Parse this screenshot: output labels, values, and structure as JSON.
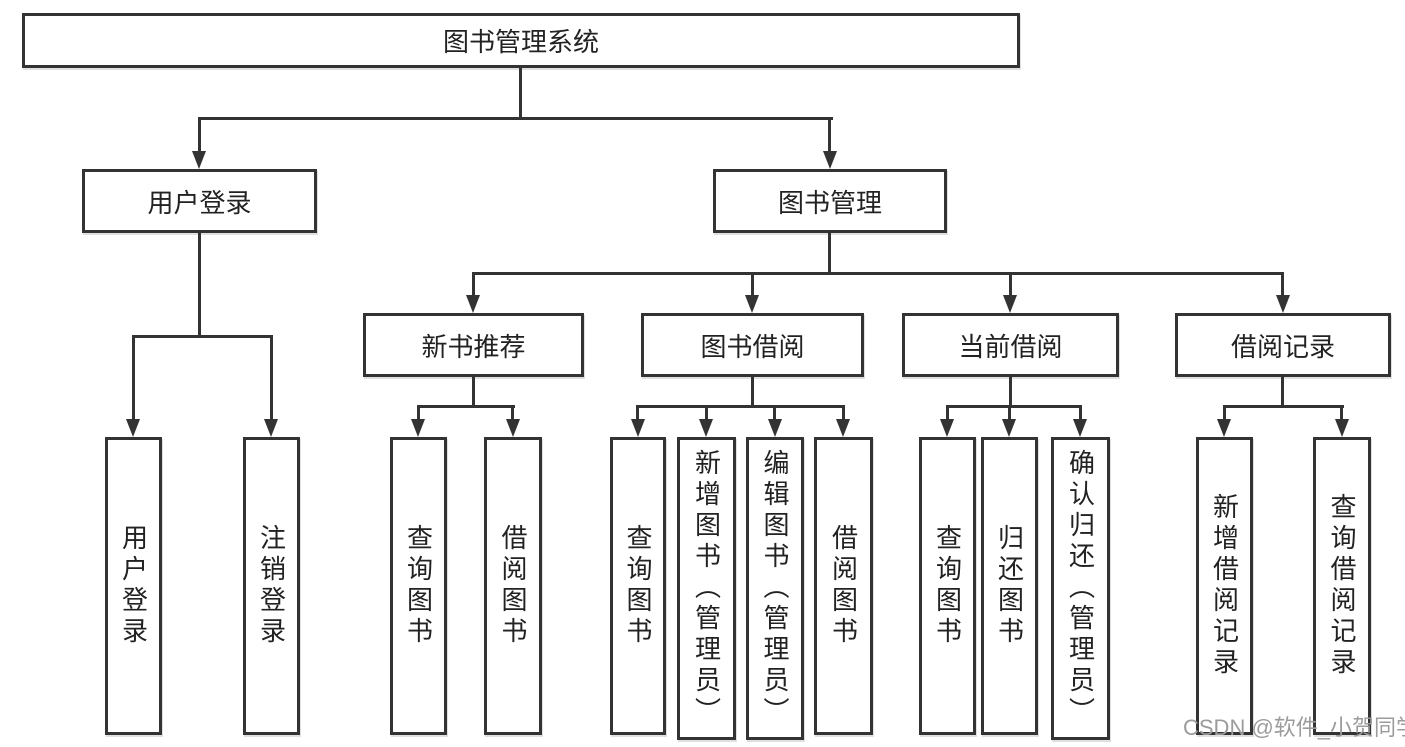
{
  "tree": {
    "root": "图书管理系统",
    "branches": [
      {
        "label": "用户登录",
        "leaves": [
          "用户登录",
          "注销登录"
        ]
      },
      {
        "label": "图书管理",
        "groups": [
          {
            "label": "新书推荐",
            "leaves": [
              "查询图书",
              "借阅图书"
            ]
          },
          {
            "label": "图书借阅",
            "leaves": [
              "查询图书",
              "新增图书（管理员）",
              "编辑图书（管理员）",
              "借阅图书"
            ]
          },
          {
            "label": "当前借阅",
            "leaves": [
              "查询图书",
              "归还图书",
              "确认归还（管理员）"
            ]
          },
          {
            "label": "借阅记录",
            "leaves": [
              "新增借阅记录",
              "查询借阅记录"
            ]
          }
        ]
      }
    ]
  },
  "watermark": {
    "text": "CSDN @软件_小贺同学"
  },
  "colors": {
    "line": "#333333",
    "text": "#222222",
    "watermark": "#9c9c9c",
    "background": "#ffffff"
  }
}
